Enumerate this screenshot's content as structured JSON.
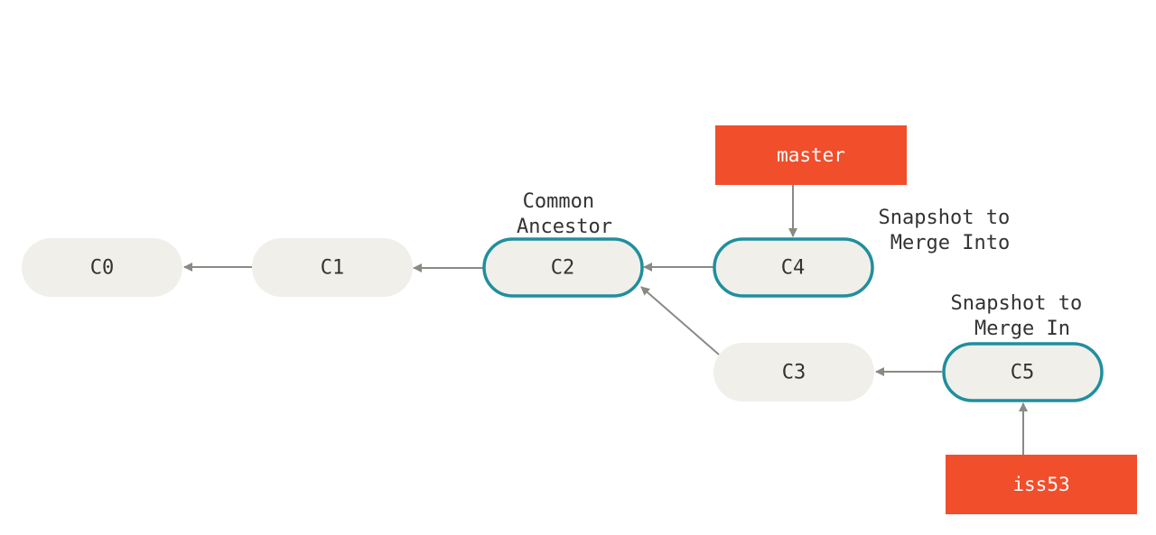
{
  "colors": {
    "commit_fill": "#f0efea",
    "highlight_stroke": "#1f8f9e",
    "branch_fill": "#f14e2c",
    "branch_text": "#ffffff",
    "arrow": "#8a8a84",
    "text": "#333333"
  },
  "commits": [
    {
      "id": "C0",
      "label": "C0",
      "highlighted": false
    },
    {
      "id": "C1",
      "label": "C1",
      "highlighted": false
    },
    {
      "id": "C2",
      "label": "C2",
      "highlighted": true
    },
    {
      "id": "C4",
      "label": "C4",
      "highlighted": true
    },
    {
      "id": "C3",
      "label": "C3",
      "highlighted": false
    },
    {
      "id": "C5",
      "label": "C5",
      "highlighted": true
    }
  ],
  "branches": [
    {
      "id": "master",
      "label": "master",
      "points_to": "C4"
    },
    {
      "id": "iss53",
      "label": "iss53",
      "points_to": "C5"
    }
  ],
  "parent_links": [
    {
      "from": "C1",
      "to": "C0"
    },
    {
      "from": "C2",
      "to": "C1"
    },
    {
      "from": "C4",
      "to": "C2"
    },
    {
      "from": "C3",
      "to": "C2"
    },
    {
      "from": "C5",
      "to": "C3"
    }
  ],
  "annotations": {
    "common_ancestor": [
      "Common",
      "Ancestor"
    ],
    "merge_into": [
      "Snapshot to",
      "Merge Into"
    ],
    "merge_in": [
      "Snapshot to",
      "Merge In"
    ]
  }
}
